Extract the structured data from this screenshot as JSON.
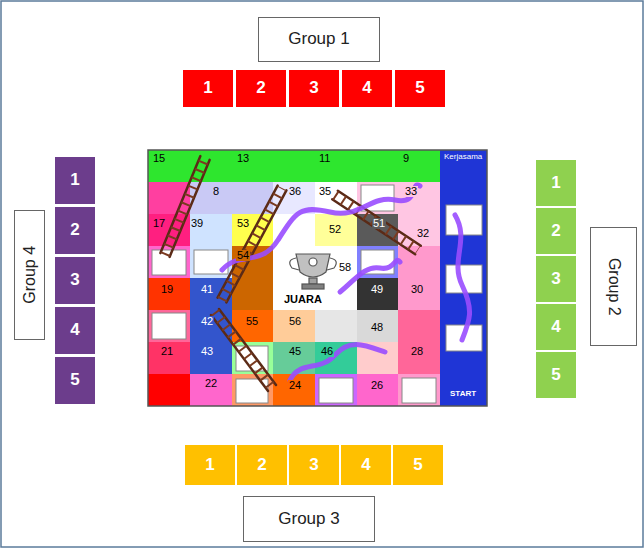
{
  "diagram": {
    "nodes": [
      {
        "text": [
          "Group 1"
        ]
      },
      {
        "text": [
          "1"
        ]
      },
      {
        "text": [
          "2"
        ]
      },
      {
        "text": [
          "3"
        ]
      },
      {
        "text": [
          "4"
        ]
      },
      {
        "text": [
          "5"
        ]
      },
      {
        "text": [
          "1"
        ]
      },
      {
        "text": [
          "2"
        ]
      },
      {
        "text": [
          "3"
        ]
      },
      {
        "text": [
          "4"
        ]
      },
      {
        "text": [
          "5"
        ]
      },
      {
        "text": [
          "Group 4"
        ]
      },
      {
        "text": [
          "1"
        ]
      },
      {
        "text": [
          "2"
        ]
      },
      {
        "text": [
          "3"
        ]
      },
      {
        "text": [
          "4"
        ]
      },
      {
        "text": [
          "5"
        ]
      },
      {
        "text": [
          "Group 2"
        ]
      },
      {
        "text": [
          "1"
        ]
      },
      {
        "text": [
          "2"
        ]
      },
      {
        "text": [
          "3"
        ]
      },
      {
        "text": [
          "4"
        ]
      },
      {
        "text": [
          "5"
        ]
      },
      {
        "text": [
          "Group 3"
        ]
      }
    ],
    "labels": [
      "15",
      "13",
      "11",
      "9",
      "Kerjasama",
      "8",
      "36",
      "35",
      "33",
      "17",
      "39",
      "53",
      "52",
      "51",
      "32",
      "54",
      "58",
      "JUARA",
      "19",
      "41",
      "49",
      "30",
      "42",
      "55",
      "56",
      "48",
      "21",
      "43",
      "45",
      "46",
      "28",
      "22",
      "24",
      "26",
      "START"
    ]
  }
}
